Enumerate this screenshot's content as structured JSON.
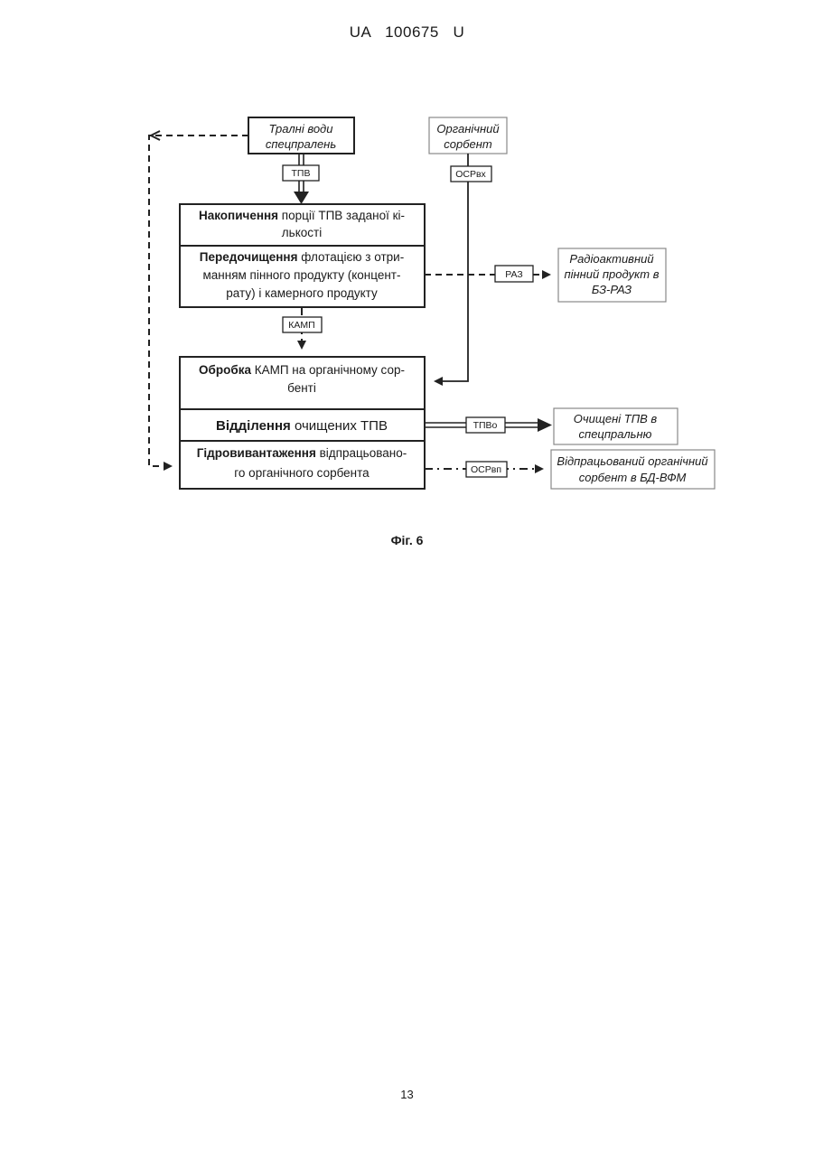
{
  "header": {
    "doc_number": "UA   100675   U"
  },
  "caption": "Фіг. 6",
  "page_number": "13",
  "diagram": {
    "source_wastewater": [
      "Тралні води",
      "спецпралень"
    ],
    "source_sorbent": [
      "Органічний",
      "сорбент"
    ],
    "step_accumulation": {
      "bold": "Накопичення",
      "line1_rest": " порції ТПВ заданої кі-",
      "line2": "лькості"
    },
    "step_prepurification": {
      "bold": "Передочищення",
      "line1_rest": " флотацією з отри-",
      "line2": "манням пінного продукту (концент-",
      "line3": "рату) і камерного продукту"
    },
    "step_treatment": {
      "bold": "Обробка",
      "line1_rest": " КАМП на органічному сор-",
      "line2": "бенті"
    },
    "step_separation": {
      "bold": "Відділення",
      "line1_rest": " очищених ТПВ"
    },
    "step_hydrounloading": {
      "bold": "Гідровивантаження",
      "line1_rest": " відпрацьовано-",
      "line2": "го органічного сорбента"
    },
    "out_radioactive": [
      "Радіоактивний",
      "пінний продукт в",
      "БЗ-РАЗ"
    ],
    "out_cleaned": [
      "Очищені ТПВ в",
      "спецпральню"
    ],
    "out_spent_sorbent": [
      "Відпрацьований органічний",
      "сорбент в БД-ВФМ"
    ],
    "labels": {
      "tpv": "ТПВ",
      "osr_in": "ОСРвх",
      "raz": "РАЗ",
      "kamp": "КАМП",
      "tpv_out": "ТПВо",
      "osr_spent": "ОСРвп"
    }
  }
}
